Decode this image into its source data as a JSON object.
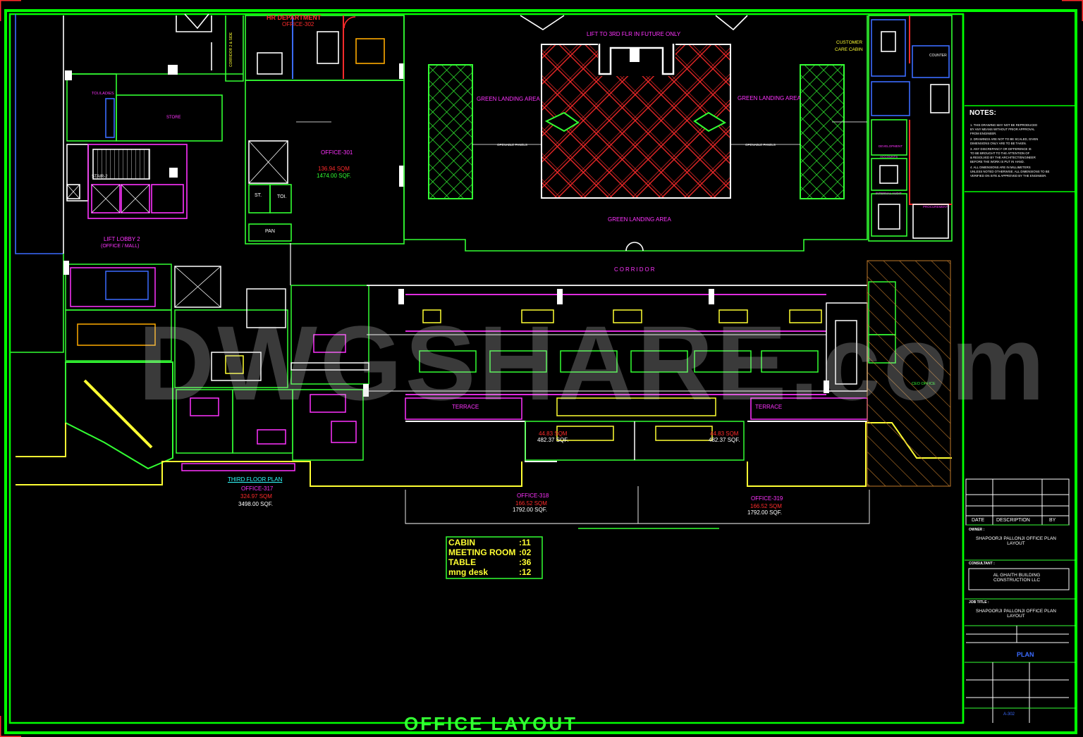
{
  "plan_labels": {
    "hr_dept": "HR DEPARTMENT",
    "office_302": "OFFICE-302",
    "corridor2": "CORRIDOR 2 & SIDE",
    "toi_ladies": "TOI./LADIES",
    "store": "STORE",
    "stair2": "STAIR-2",
    "lift_lobby": "LIFT LOBBY 2",
    "lift_lobby_sub": "(OFFICE / MALL)",
    "office_301": "OFFICE-301",
    "office_301_sqm": "136.94 SQM",
    "office_301_sqf": "1474.00 SQF.",
    "st": "ST.",
    "toi": "TOI.",
    "pan": "PAN",
    "lift_future": "LIFT TO 3RD FLR IN FUTURE ONLY",
    "green_landing": "GREEN LANDING AREA",
    "openable_panels": "OPENABLE PANELS",
    "corridor": "CORRIDOR",
    "customer_care": "CUSTOMER",
    "customer_care2": "CARE CABIN",
    "counter": "COUNTER",
    "development": "DEVELOPMENT",
    "accounts": "ACCOUNTS",
    "internal_audit": "INTERNAL AUDIT",
    "procurement": "PROCUREMENT",
    "terrace": "TERRACE",
    "office_318_sqm_a": "44.83 SQM",
    "office_318_sqf_a": "482.37 SQF.",
    "office_319_sqm_a": "44.83 SQM",
    "office_319_sqf_a": "482.37 SQF.",
    "third_floor_plan": "THIRD FLOOR PLAN",
    "office_317": "OFFICE-317",
    "office_317_sqm": "324.97 SQM",
    "office_317_sqf": "3498.00 SQF.",
    "office_318": "OFFICE-318",
    "office_318_sqm": "166.52 SQM",
    "office_318_sqf": "1792.00 SQF.",
    "office_319": "OFFICE-319",
    "office_319_sqm": "166.52 SQM",
    "office_319_sqf": "1792.00 SQF.",
    "ceo_office": "CEO OFFICE",
    "bottom_title": "OFFICE LAYOUT"
  },
  "summary_table": [
    {
      "label": "CABIN",
      "value": ":11"
    },
    {
      "label": "MEETING ROOM",
      "value": ":02"
    },
    {
      "label": "TABLE",
      "value": ":36"
    },
    {
      "label": "mng desk",
      "value": ":12"
    }
  ],
  "watermark": "DWGSHARE.com",
  "title_block": {
    "notes_title": "NOTES:",
    "notes": [
      "1. THIS DRAWING MAY NOT BE REPRODUCED",
      "BY ANY MEANS WITHOUT PRIOR APPROVAL",
      "FROM ENGINEER.",
      "2. DRAWINGS ARE NOT TO BE SCALED, GIVEN",
      "DIMENSIONS ONLY ARE TO BE TAKEN.",
      "3. ANY DISCREPANCY OR DIFFERENCE IS",
      "TO BE BROUGHT TO THE ATTENTION OF",
      "& RESOLVED BY THE ARCHITECT/ENGINEER",
      "BEFORE THE WORK IS PUT IN HAND.",
      "4. ALL DIMENSIONS ARE IN MILLIMETERS",
      "UNLESS NOTED OTHERWISE. ALL DIMENSIONS TO BE",
      "VERIFIED ON SITE & APPROVED BY THE ENGINEER."
    ],
    "rev_date": "DATE",
    "rev_desc": "DESCRIPTION",
    "rev_by": "BY",
    "owner_label": "OWNER :",
    "owner": "SHAPOORJI PALLONJI OFFICE PLAN LAYOUT",
    "consultant_label": "CONSULTANT :",
    "consultant": "AL GHAITH BUILDING CONSTRUCTION LLC",
    "job_title_label": "JOB TITLE :",
    "job_title": "SHAPOORJI PALLONJI OFFICE PLAN LAYOUT",
    "drawing_title_value": "PLAN",
    "sheet_no": "A-302"
  },
  "colors": {
    "frame": "#00ff00",
    "wall_green": "#33ff33",
    "wall_white": "#ffffff",
    "magenta": "#ff33ff",
    "red": "#ff2b2b",
    "yellow": "#ffff33",
    "blue": "#3b6bff",
    "cyan": "#33ffff"
  }
}
